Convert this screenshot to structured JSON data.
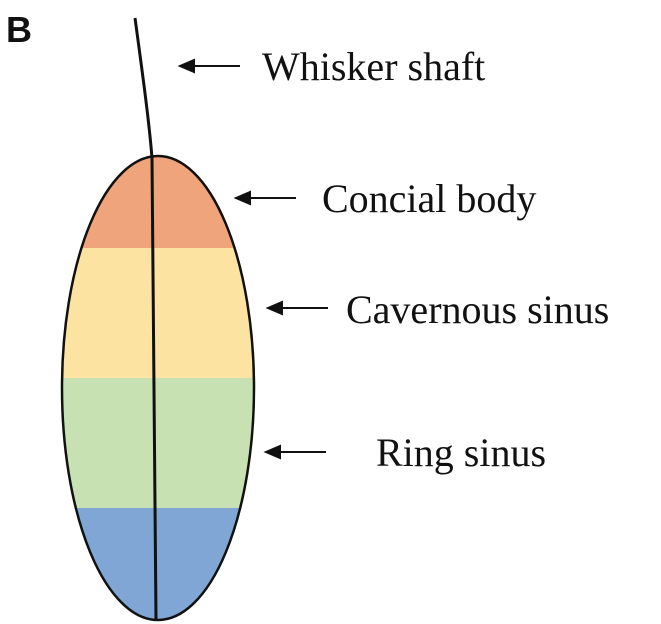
{
  "panel_label": "B",
  "labels": {
    "whisker_shaft": "Whisker shaft",
    "concial_body": "Concial body",
    "cavernous_sinus": "Cavernous sinus",
    "ring_sinus": "Ring sinus"
  },
  "region_colors": {
    "concial_body": "#EFA47B",
    "cavernous_sinus": "#FCE3A2",
    "ring_sinus": "#C8E1B3",
    "bottom_region": "#7FA6D5"
  },
  "outline_color": "#111111"
}
